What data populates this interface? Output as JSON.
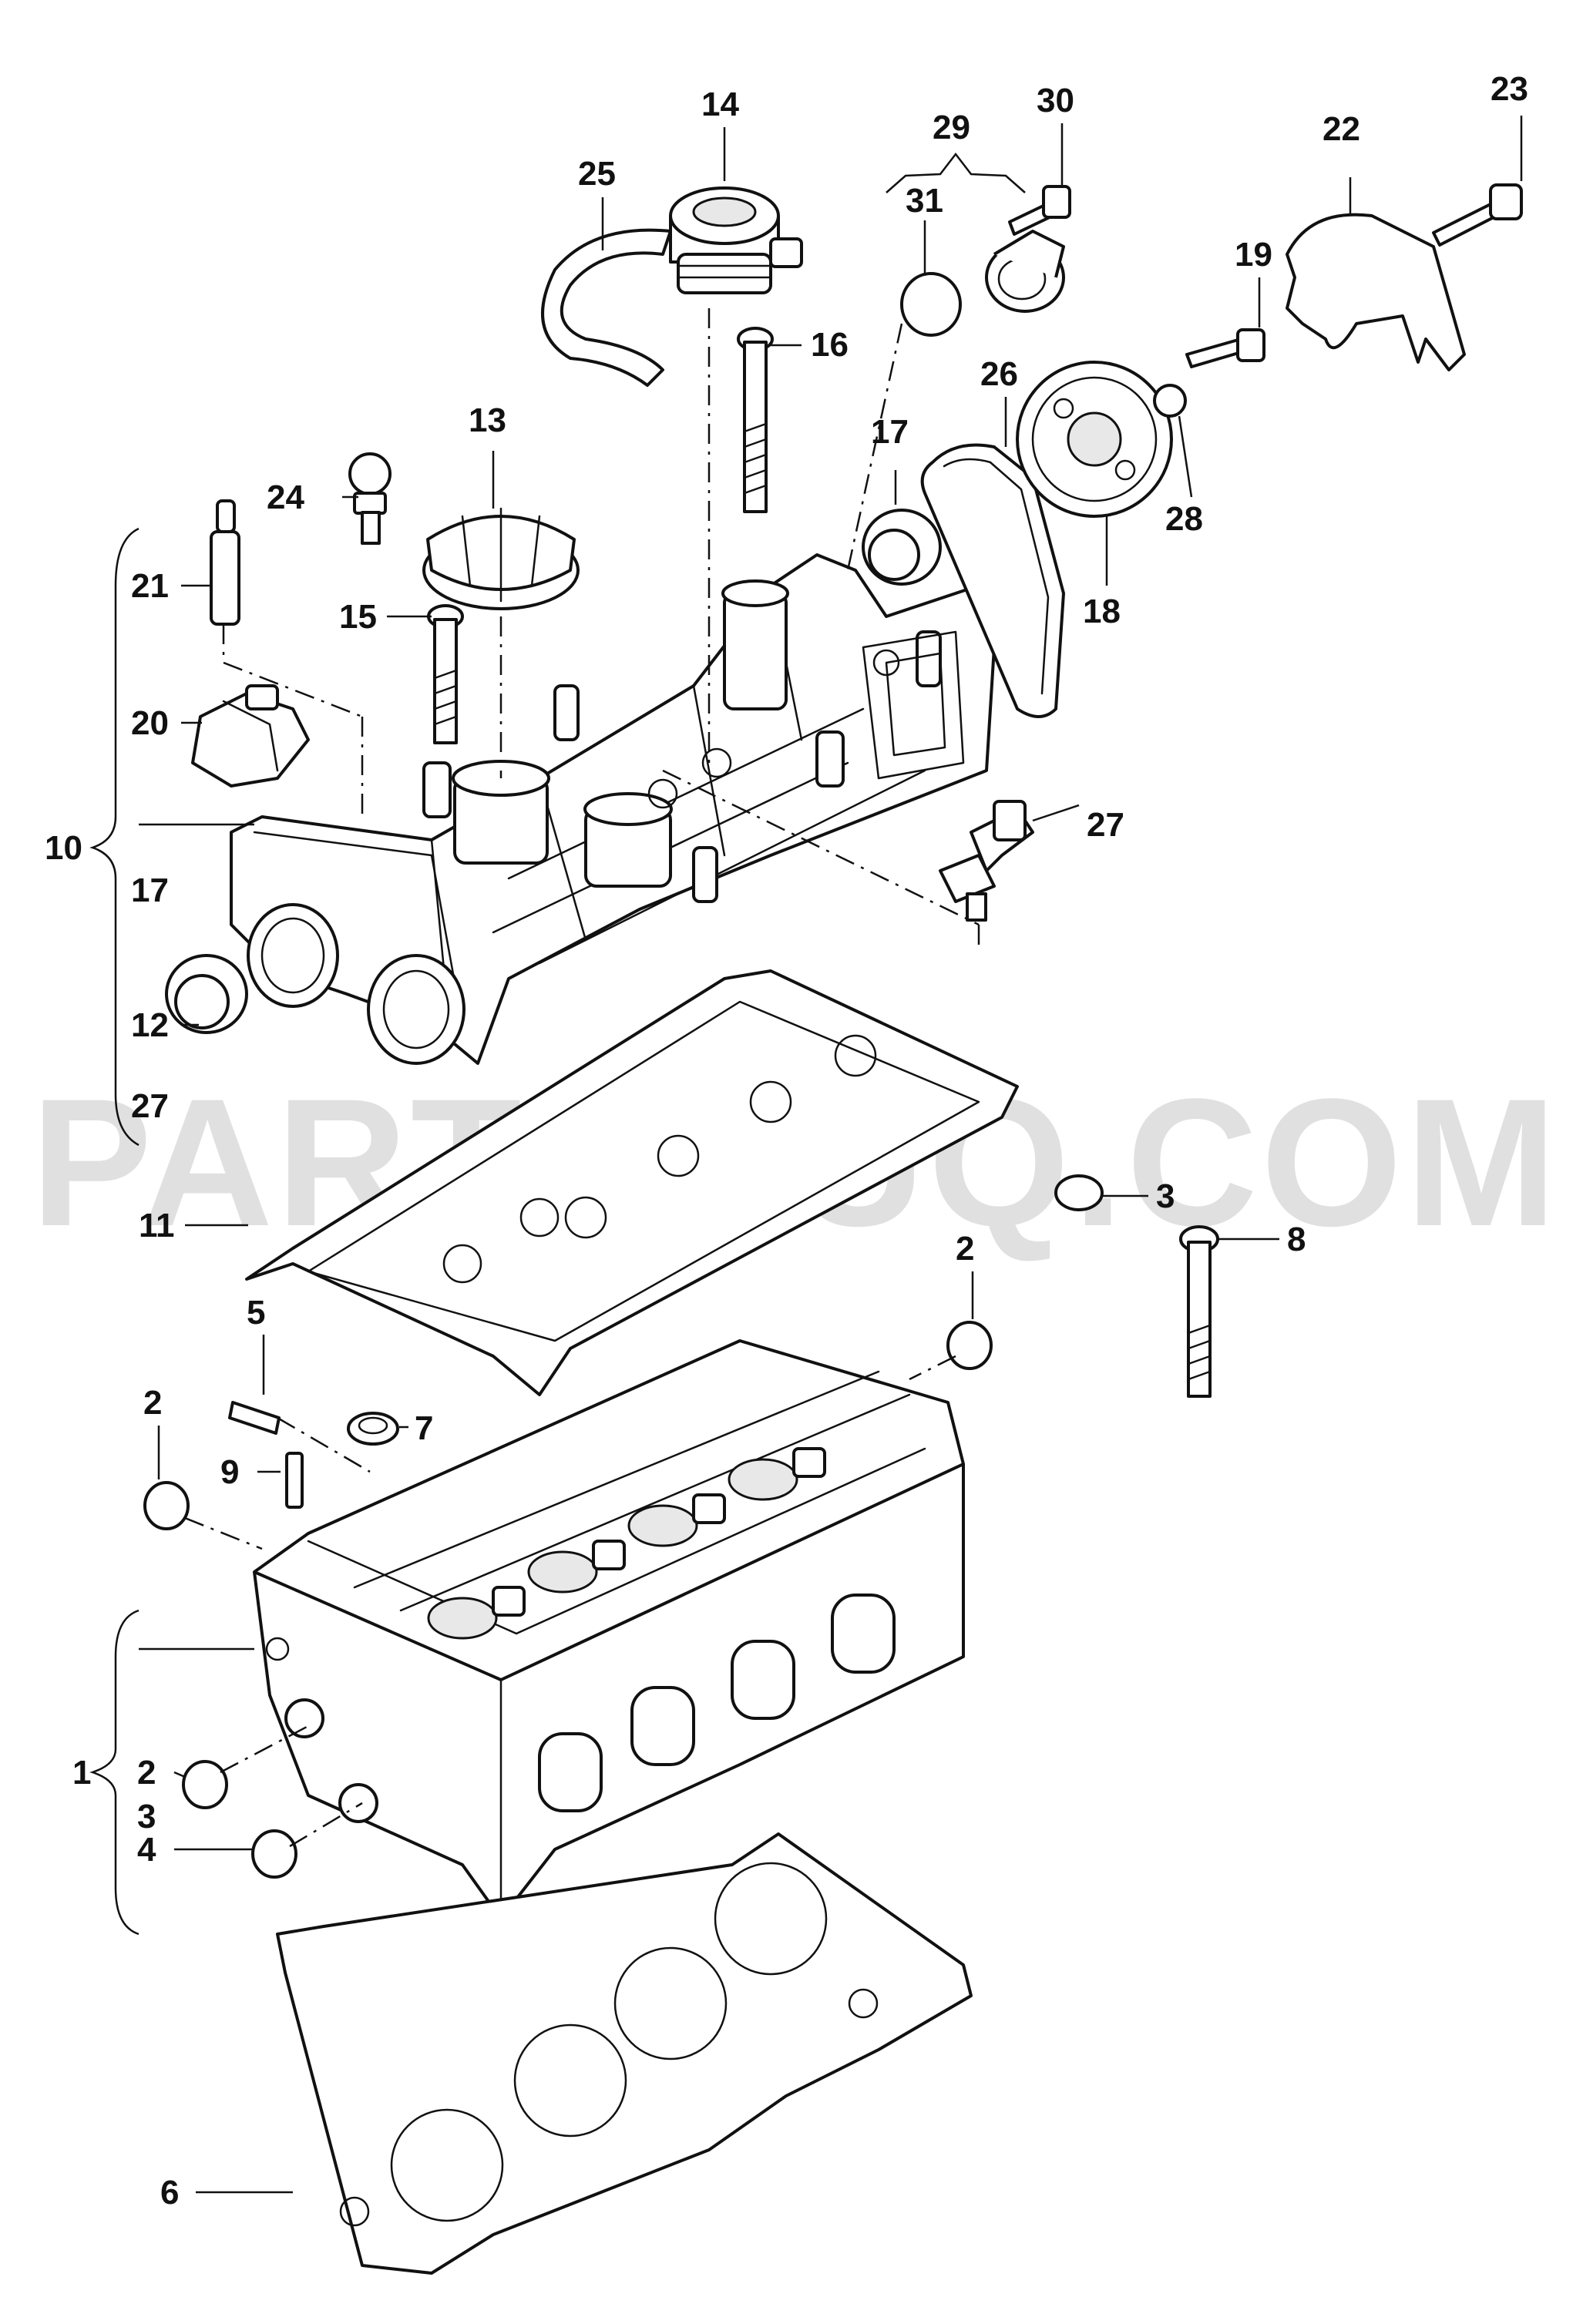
{
  "watermark": "PARTSOUQ.COM",
  "labels": {
    "l1": "1",
    "l2a": "2",
    "l2b": "2",
    "l2c": "2",
    "l3a": "3",
    "l3b": "3",
    "l4": "4",
    "l5": "5",
    "l6": "6",
    "l7": "7",
    "l8": "8",
    "l9": "9",
    "l10": "10",
    "l11": "11",
    "l12": "12",
    "l13": "13",
    "l14": "14",
    "l15": "15",
    "l16": "16",
    "l17a": "17",
    "l17b": "17",
    "l18": "18",
    "l19": "19",
    "l20": "20",
    "l21": "21",
    "l22": "22",
    "l23": "23",
    "l24": "24",
    "l25": "25",
    "l26": "26",
    "l27a": "27",
    "l27b": "27",
    "l28": "28",
    "l29": "29",
    "l30": "30",
    "l31": "31"
  }
}
